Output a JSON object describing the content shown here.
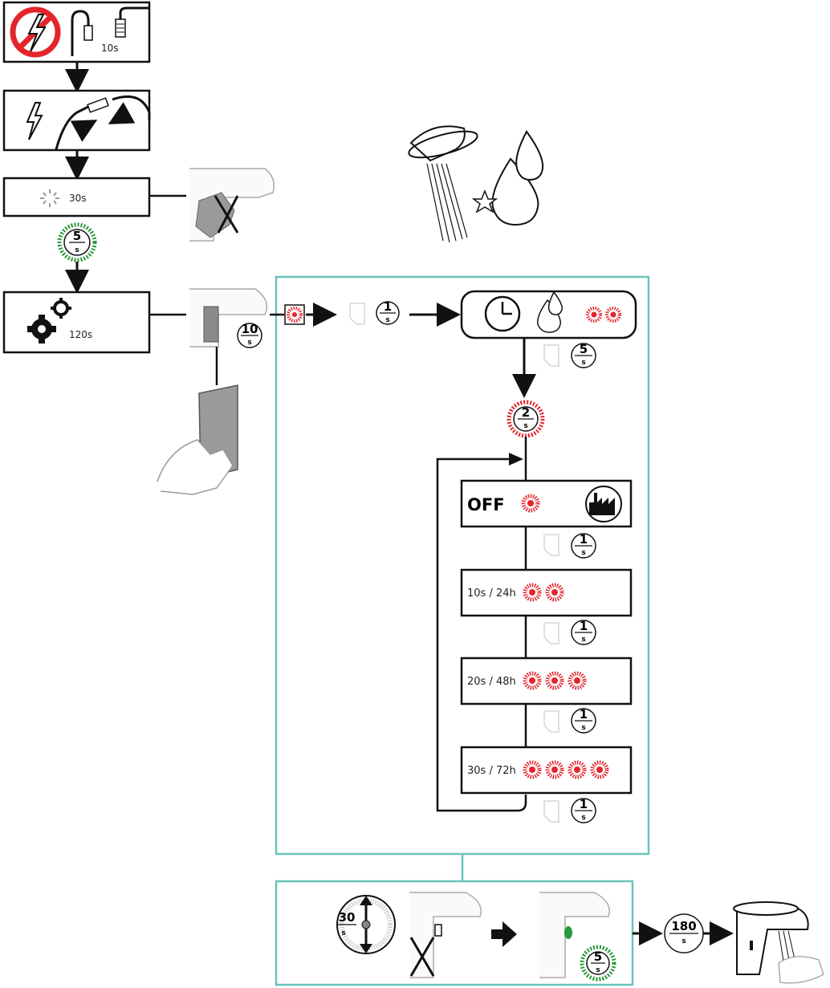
{
  "colors": {
    "frame": "#6cc3bc",
    "led_red": "#e4242b",
    "led_green": "#2a9a3a",
    "no_power_red": "#e4242b",
    "line": "#111111"
  },
  "steps": {
    "disconnect_time": "10s",
    "startup_time": "30s",
    "settings_time": "120s"
  },
  "badges": {
    "green_top": {
      "value": "5",
      "unit": "s"
    },
    "cover_hold": {
      "value": "10",
      "unit": "s"
    },
    "hand_1": {
      "value": "1",
      "unit": "s"
    },
    "hand_5": {
      "value": "5",
      "unit": "s"
    },
    "red_2": {
      "value": "2",
      "unit": "s"
    },
    "off_step": {
      "value": "1",
      "unit": "s"
    },
    "step_10": {
      "value": "1",
      "unit": "s"
    },
    "step_20": {
      "value": "1",
      "unit": "s"
    },
    "step_30": {
      "value": "1",
      "unit": "s"
    },
    "finish_30": {
      "value": "30",
      "unit": "s"
    },
    "finish_5": {
      "value": "5",
      "unit": "s"
    },
    "finish_180": {
      "value": "180",
      "unit": "s"
    }
  },
  "options": [
    {
      "label": "OFF",
      "leds": 1
    },
    {
      "label": "10s / 24h",
      "leds": 2
    },
    {
      "label": "20s / 48h",
      "leds": 3
    },
    {
      "label": "30s / 72h",
      "leds": 4
    }
  ],
  "icons": {
    "no_power": "no-power-icon",
    "power": "lightning-icon",
    "cable": "cable-connector-icon",
    "spinner": "loading-spinner-icon",
    "gears": "gears-icon",
    "clock": "clock-icon",
    "drop": "water-drop-icon",
    "factory": "factory-icon",
    "hand": "hand-icon",
    "faucet": "faucet-icon",
    "shower": "water-spray-icon",
    "cloth": "cloth-icon",
    "arrow": "arrow-right-icon"
  }
}
